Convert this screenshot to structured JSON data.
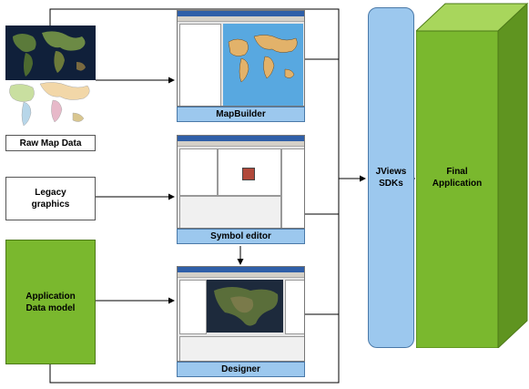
{
  "nodes": {
    "raw_map_data": "Raw Map Data",
    "legacy_graphics": "Legacy\ngraphics",
    "app_data_model": "Application\nData model",
    "mapbuilder": "MapBuilder",
    "symbol_editor": "Symbol editor",
    "designer": "Designer",
    "jviews_sdks": "JViews\nSDKs",
    "final_application": "Final\nApplication"
  },
  "colors": {
    "green": "#7ab82e",
    "green_dark": "#4d7a18",
    "blue": "#9cc8ee",
    "blue_border": "#4a79a8"
  },
  "icons": [
    "world-map-image",
    "mapbuilder-screenshot",
    "symbol-editor-screenshot",
    "designer-screenshot"
  ]
}
